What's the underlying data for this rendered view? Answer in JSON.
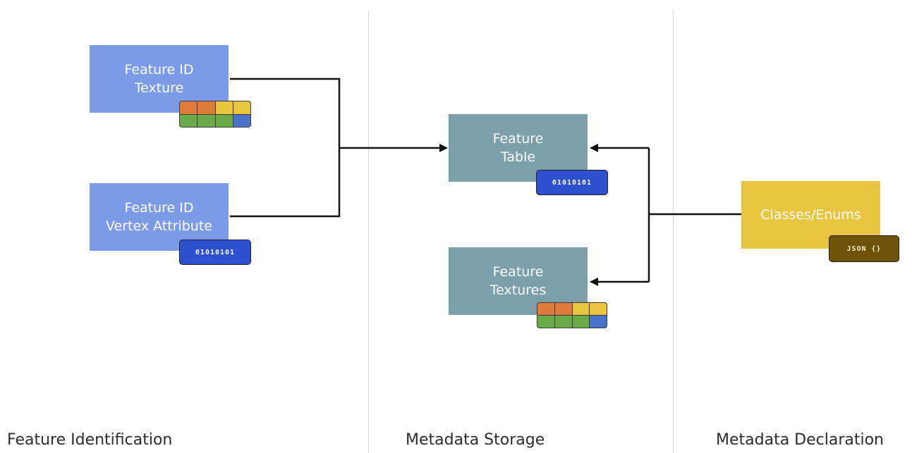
{
  "nodes": {
    "feature_id_texture": {
      "line1": "Feature ID",
      "line2": "Texture"
    },
    "feature_id_vertex": {
      "line1": "Feature ID",
      "line2": "Vertex Attribute",
      "badge": "01010101"
    },
    "feature_table": {
      "line1": "Feature",
      "line2": "Table",
      "badge": "01010101"
    },
    "feature_textures": {
      "line1": "Feature",
      "line2": "Textures"
    },
    "classes_enums": {
      "label": "Classes/Enums",
      "badge": "JSON {}"
    }
  },
  "sections": {
    "identification": "Feature Identification",
    "storage": "Metadata Storage",
    "declaration": "Metadata Declaration"
  },
  "colors": {
    "feature_id_box": "#7b9be9",
    "feature_storage_box": "#7c9fab",
    "classes_box": "#e8c43f",
    "binary_badge": "#2d4fd0",
    "json_badge": "#6b5205",
    "texture_cells": [
      "#e07a3a",
      "#e07a3a",
      "#e8c43f",
      "#e8c43f",
      "#6aaa48",
      "#6aaa48",
      "#6aaa48",
      "#4a72c8"
    ]
  }
}
